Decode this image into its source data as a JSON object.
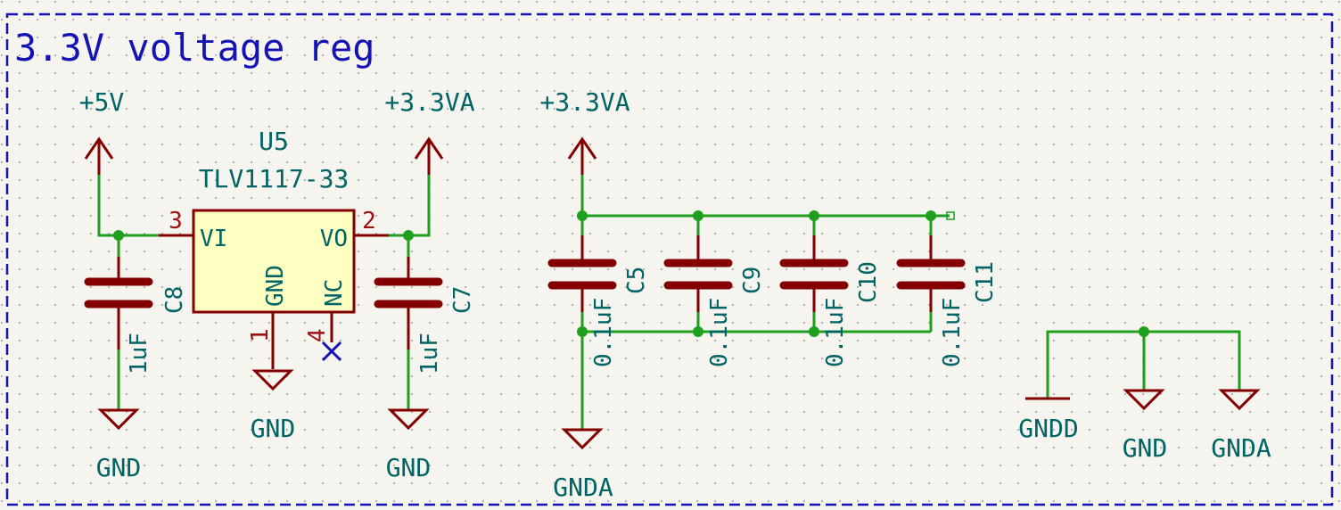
{
  "sheet_title": "3.3V voltage reg",
  "power_ports": {
    "p5v": "+5V",
    "p33va_reg": "+3.3VA",
    "p33va_dec": "+3.3VA"
  },
  "ground_labels": {
    "gnd_c8": "GND",
    "gnd_u5": "GND",
    "gnd_c7": "GND",
    "gnda_dec": "GNDA",
    "gndd": "GNDD",
    "gnd_tie": "GND",
    "gnda_tie": "GNDA"
  },
  "regulator": {
    "ref": "U5",
    "value": "TLV1117-33",
    "pin_vi": "VI",
    "pin_vo": "VO",
    "pin_gnd": "GND",
    "pin_nc": "NC",
    "pin_num_vi": "3",
    "pin_num_vo": "2",
    "pin_num_gnd": "1",
    "pin_num_nc": "4"
  },
  "capacitors": {
    "c8": {
      "ref": "C8",
      "value": "1uF"
    },
    "c7": {
      "ref": "C7",
      "value": "1uF"
    },
    "c5": {
      "ref": "C5",
      "value": "0.1uF"
    },
    "c9": {
      "ref": "C9",
      "value": "0.1uF"
    },
    "c10": {
      "ref": "C10",
      "value": "0.1uF"
    },
    "c11": {
      "ref": "C11",
      "value": "0.1uF"
    }
  },
  "colors": {
    "wire": "#1ea01e",
    "symbol": "#840000",
    "body_fill": "#ffffc2",
    "label": "#006464",
    "pin_number": "#a01010",
    "sheet_border": "#1414b4",
    "background": "#f5f4ef"
  }
}
